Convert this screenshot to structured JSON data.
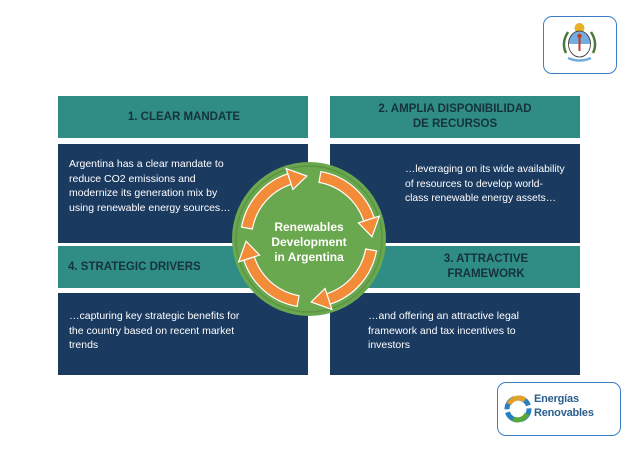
{
  "quadrants": [
    {
      "header": "1. CLEAR MANDATE",
      "body_lines": [
        "Argentina has a clear mandate to",
        "reduce CO2 emissions and",
        "modernize its generation mix by",
        "using renewable energy sources…"
      ]
    },
    {
      "header_lines": [
        "2. AMPLIA DISPONIBILIDAD",
        "DE RECURSOS"
      ],
      "body_lines": [
        "…leveraging on its wide availability",
        "of resources to develop world-",
        "class renewable energy assets…"
      ]
    },
    {
      "header": "4. STRATEGIC DRIVERS",
      "body_lines": [
        "…capturing key strategic benefits for",
        "the country based on recent market",
        "trends"
      ]
    },
    {
      "header_lines": [
        "3. ATTRACTIVE",
        "FRAMEWORK"
      ],
      "body_lines": [
        "…and offering an attractive legal",
        "framework and tax incentives to",
        "investors"
      ]
    }
  ],
  "center": {
    "lines": [
      "Renewables",
      "Development",
      "in Argentina"
    ]
  },
  "logo": {
    "line1": "Energías",
    "line2": "Renovables"
  },
  "colors": {
    "header_teal": "#2f8d86",
    "body_navy": "#1b3a60",
    "ring_green": "#6aa84f",
    "arrow_orange": "#f28c38",
    "border_blue": "#3a7fc6"
  }
}
